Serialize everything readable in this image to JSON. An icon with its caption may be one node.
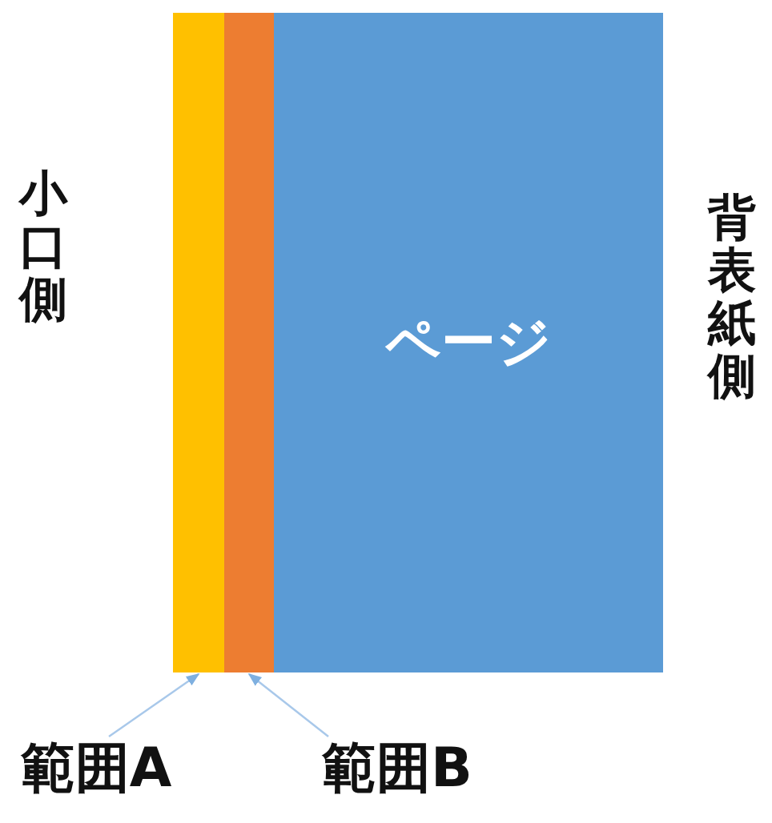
{
  "diagram": {
    "nodes": [
      {
        "text": [],
        "shape": "bar"
      },
      {
        "text": [],
        "shape": "bar"
      },
      {
        "text": [
          "ページ"
        ]
      },
      {
        "text": [
          "範囲A"
        ]
      },
      {
        "text": [
          "範囲B"
        ]
      }
    ],
    "edges": [
      {
        "from": 3,
        "to": 0,
        "arrow": "to"
      },
      {
        "from": 4,
        "to": 1,
        "arrow": "to"
      }
    ],
    "labels": [
      "小口側",
      "背表紙側"
    ]
  }
}
